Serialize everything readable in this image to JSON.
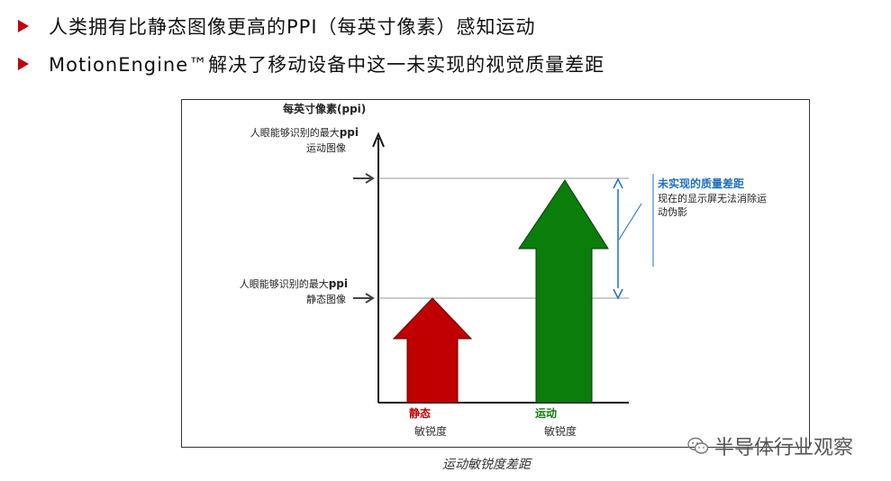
{
  "bullets": [
    "人类拥有比静态图像更高的PPI（每英寸像素）感知运动",
    "MotionEngine™解决了移动设备中这一未实现的视觉质量差距"
  ],
  "diagram": {
    "axis_label": "每英寸像素(ppi)",
    "motion_label_line1_prefix": "人眼能够识别的最大",
    "motion_label_line1_bold": "ppi",
    "motion_label_line2": "运动图像",
    "static_label_line1_prefix": "人眼能够识别的最大",
    "static_label_line1_bold": "ppi",
    "static_label_line2": "静态图像",
    "gap_title": "未实现的质量差距",
    "gap_desc_line1": "现在的显示屏无法消除运",
    "gap_desc_line2": "动伪影",
    "static_name": "静态",
    "static_sub": "敏锐度",
    "motion_name": "运动",
    "motion_sub": "敏锐度",
    "colors": {
      "static": "#c00000",
      "motion": "#0a7d0a",
      "gap": "#1f6fc0",
      "bullet": "#c0000b"
    }
  },
  "caption": "运动敏锐度差距",
  "watermark": "半导体行业观察"
}
